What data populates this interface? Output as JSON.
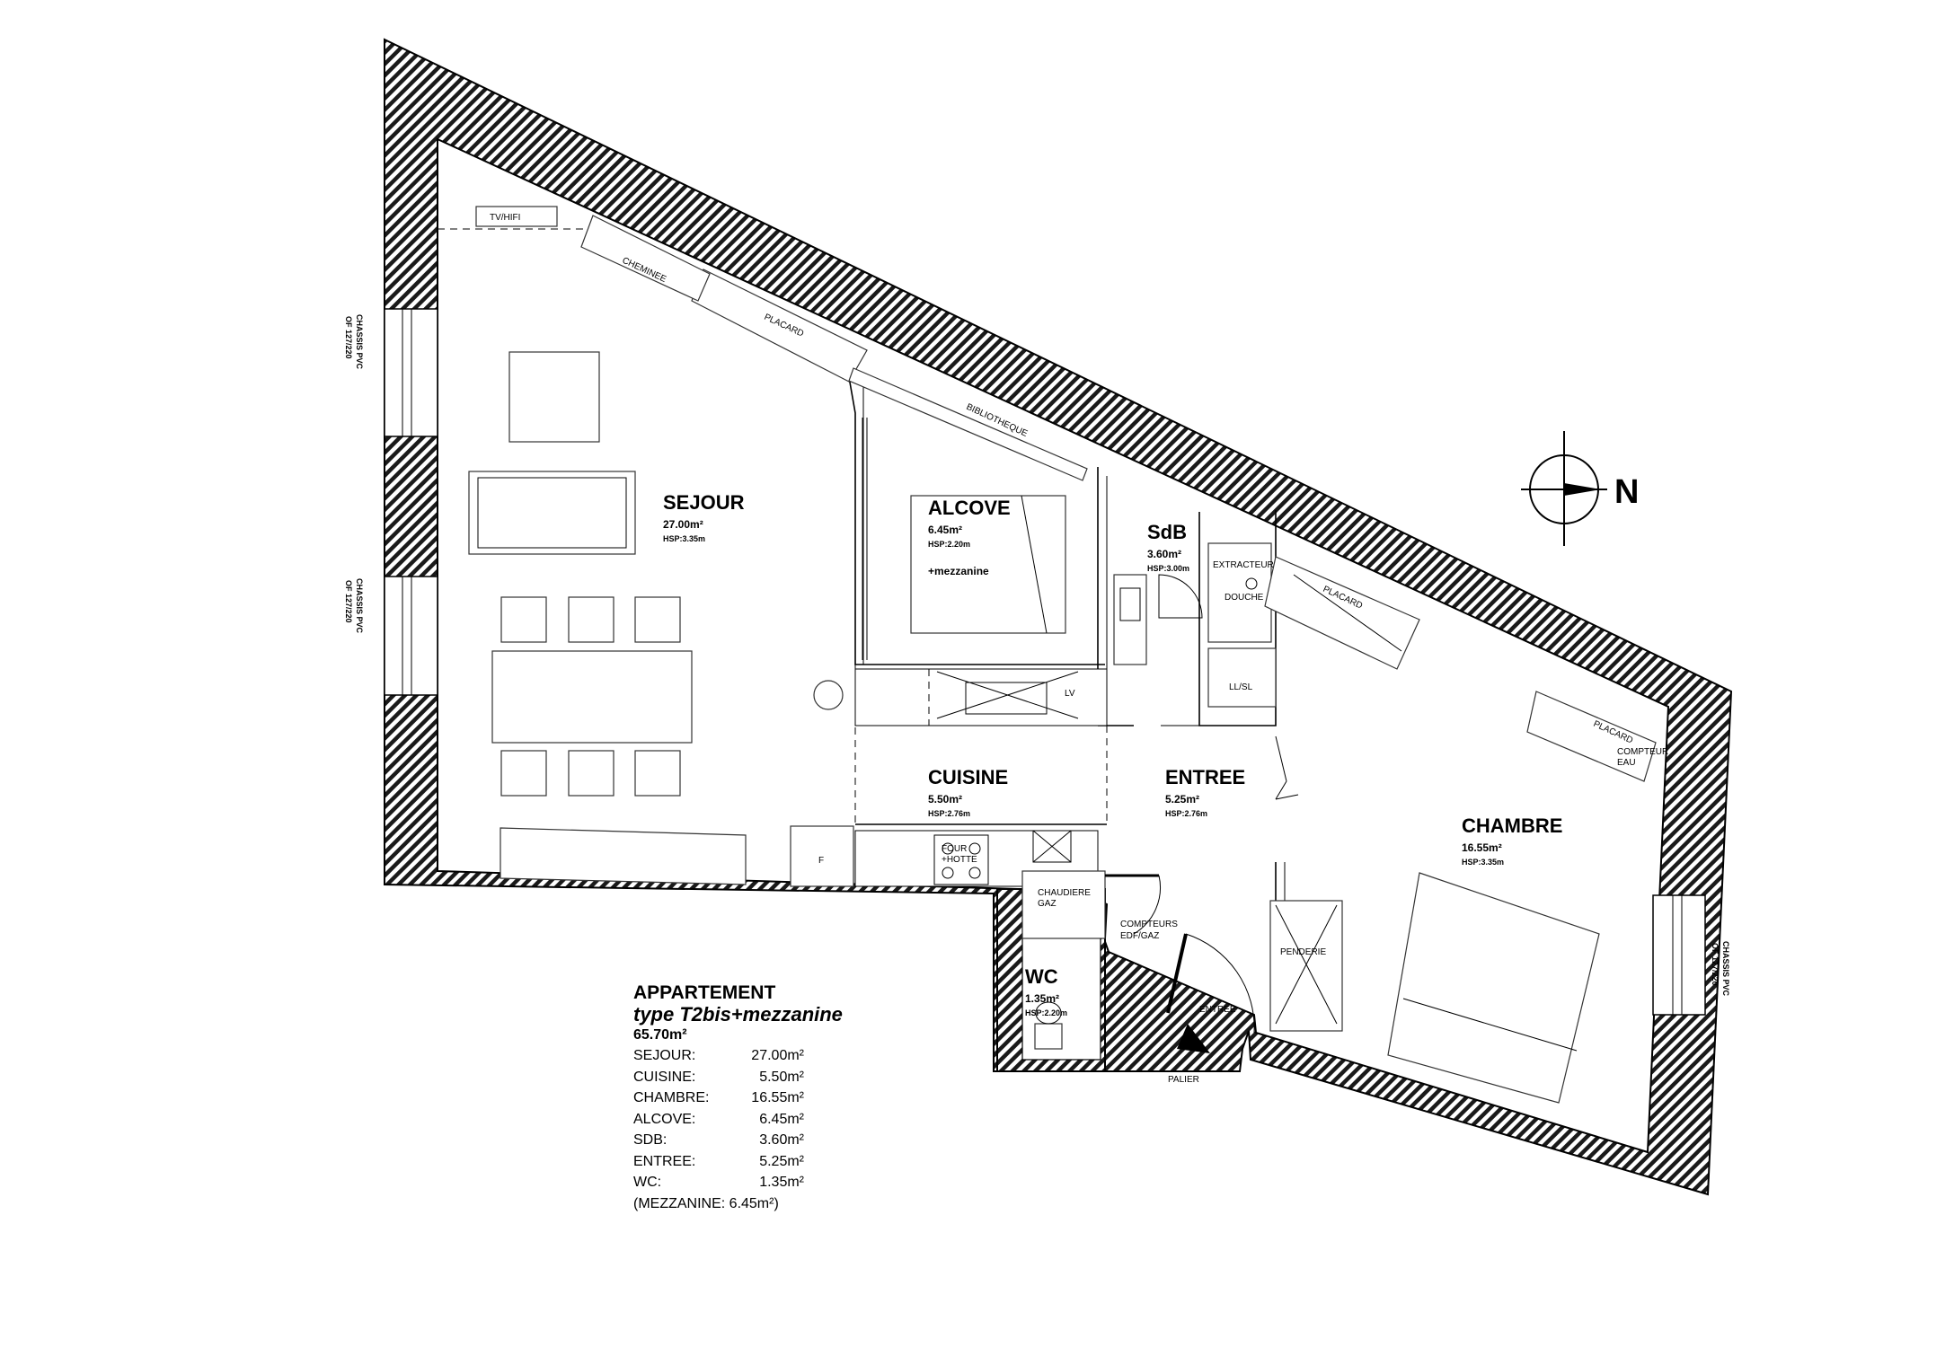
{
  "plan": {
    "rooms": [
      {
        "key": "sejour",
        "name": "SEJOUR",
        "area": "27.00m²",
        "hsp": "HSP:3.35m"
      },
      {
        "key": "alcove",
        "name": "ALCOVE",
        "area": "6.45m²",
        "hsp": "HSP:2.20m",
        "extra": "+mezzanine"
      },
      {
        "key": "sdb",
        "name": "SdB",
        "area": "3.60m²",
        "hsp": "HSP:3.00m"
      },
      {
        "key": "cuisine",
        "name": "CUISINE",
        "area": "5.50m²",
        "hsp": "HSP:2.76m"
      },
      {
        "key": "entree",
        "name": "ENTREE",
        "area": "5.25m²",
        "hsp": "HSP:2.76m"
      },
      {
        "key": "chambre",
        "name": "CHAMBRE",
        "area": "16.55m²",
        "hsp": "HSP:3.35m"
      },
      {
        "key": "wc",
        "name": "WC",
        "area": "1.35m²",
        "hsp": "HSP:2.20m"
      }
    ],
    "labels": {
      "tv": "TV/HIFI",
      "cheminee": "CHEMINEE",
      "placard": "PLACARD",
      "bibliotheque": "BIBLIOTHEQUE",
      "extracteur": "EXTRACTEUR",
      "douche": "DOUCHE",
      "llsl": "LL/SL",
      "lv": "LV",
      "compteur_eau_1": "COMPTEUR",
      "compteur_eau_2": "EAU",
      "four_1": "FOUR",
      "four_2": "+HOTTE",
      "fridge": "F",
      "chaudiere_1": "CHAUDIERE",
      "chaudiere_2": "GAZ",
      "compteurs_1": "COMPTEURS",
      "compteurs_2": "EDF/GAZ",
      "penderie": "PENDERIE",
      "entree_door": "ENTREE",
      "palier": "PALIER",
      "north": "N"
    },
    "windows": {
      "chassis_1": "CHASSIS PVC",
      "chassis_2": "OF 127/220"
    }
  },
  "summary": {
    "title": "APPARTEMENT",
    "type": "type T2bis+mezzanine",
    "total": "65.70m²",
    "rows": [
      {
        "k": "SEJOUR:",
        "v": "27.00m²"
      },
      {
        "k": "CUISINE:",
        "v": "5.50m²"
      },
      {
        "k": "CHAMBRE:",
        "v": "16.55m²"
      },
      {
        "k": "ALCOVE:",
        "v": "6.45m²"
      },
      {
        "k": "SDB:",
        "v": "3.60m²"
      },
      {
        "k": "ENTREE:",
        "v": "5.25m²"
      },
      {
        "k": "WC:",
        "v": "1.35m²"
      }
    ],
    "mezzanine": "(MEZZANINE: 6.45m²)"
  }
}
